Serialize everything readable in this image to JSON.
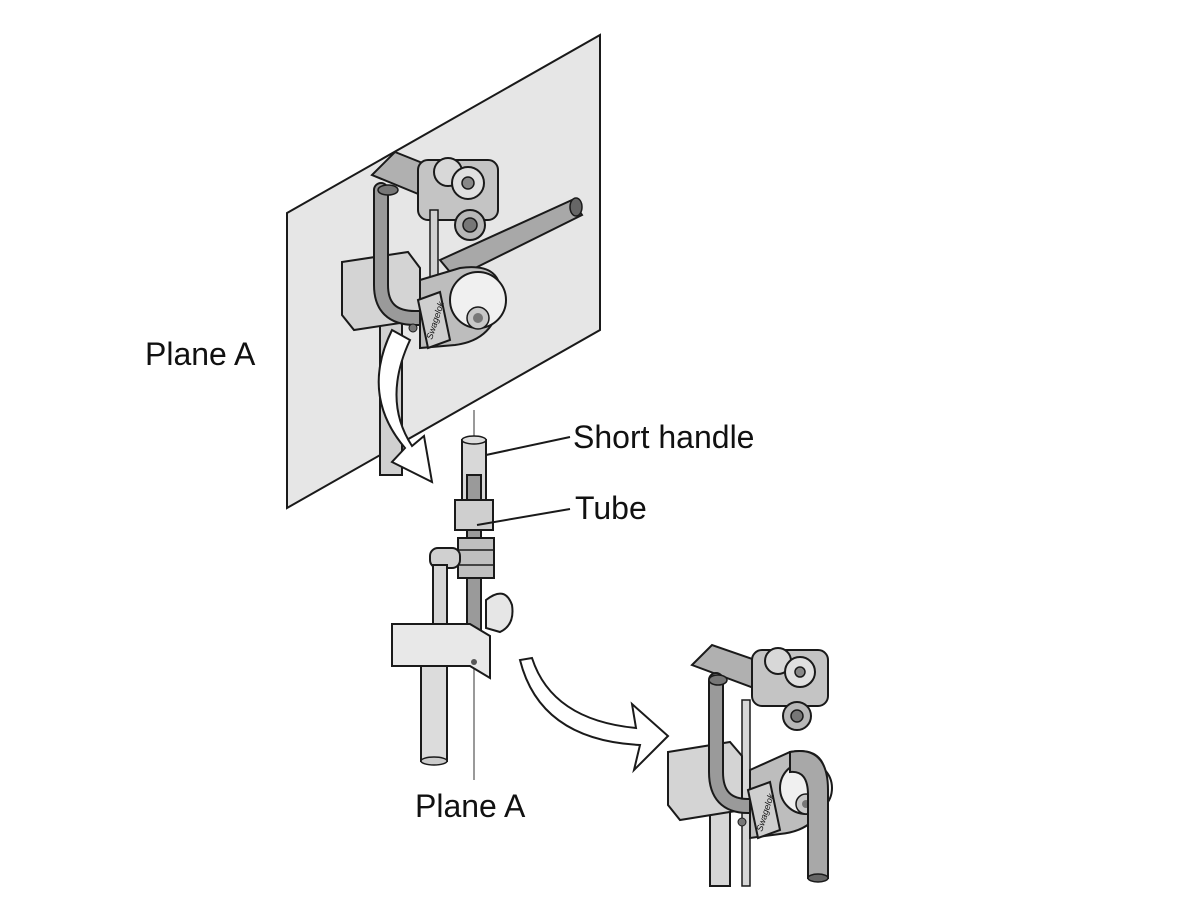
{
  "labels": {
    "plane_a_top": "Plane A",
    "short_handle": "Short handle",
    "tube": "Tube",
    "plane_a_bottom": "Plane A"
  },
  "brand": {
    "logo_text": "Swagelok"
  },
  "colors": {
    "line": "#1a1a1a",
    "plane_fill": "#e6e6e6",
    "tube_fill": "#9a9a9a",
    "metal_fill": "#b8b8b8",
    "metal_light": "#d8d8d8",
    "background": "#ffffff"
  }
}
